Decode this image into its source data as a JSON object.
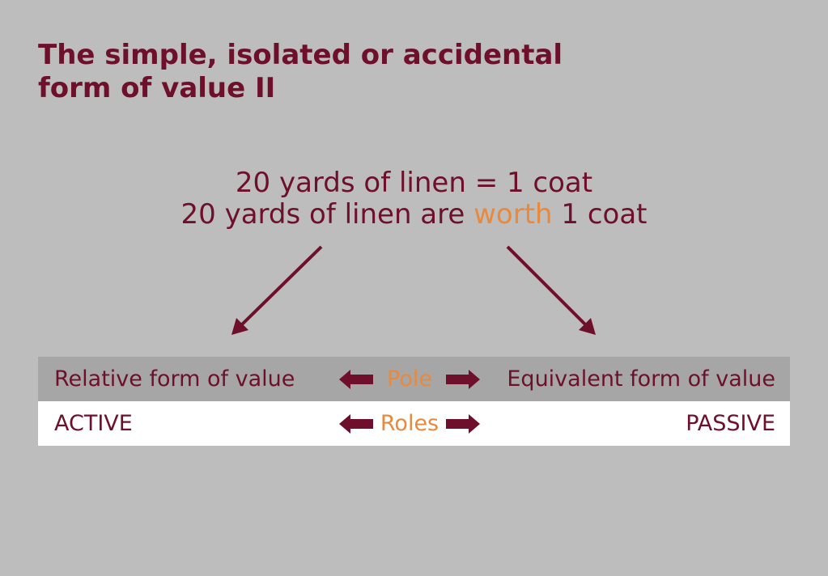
{
  "title": {
    "line1": "The simple, isolated or accidental",
    "line2": "form of value II"
  },
  "equations": {
    "line1": "20 yards of linen = 1 coat",
    "line2_before": "20 yards of linen are ",
    "line2_accent": "worth",
    "line2_after": " 1 coat"
  },
  "table": {
    "pole_row": {
      "left": "Relative form of value",
      "middle": "Pole",
      "right": "Equivalent form of value"
    },
    "roles_row": {
      "left": "ACTIVE",
      "middle": "Roles",
      "right": "PASSIVE"
    }
  },
  "colors": {
    "background": "#bdbdbd",
    "primary": "#6e0f2c",
    "accent": "#e8893d",
    "pole_row_bg": "#a6a6a6",
    "roles_row_bg": "#ffffff"
  }
}
